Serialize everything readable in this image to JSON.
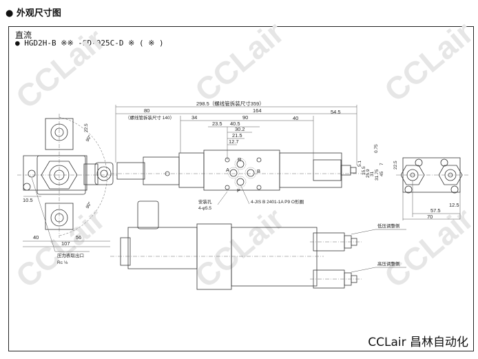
{
  "header": {
    "title": "● 外观尺寸图"
  },
  "subtitle": {
    "type": "直流",
    "model": "● HGD2H-B ※※ -SD-025C-D ※ ( ※ )"
  },
  "watermark": "CCLair",
  "brand": "CCLair 昌林自动化",
  "dims": {
    "total": "298.5（螺线管拆装尺寸359）",
    "d80": "80",
    "d164": "164",
    "d54_5": "54.5",
    "sol140": "（螺线管拆装尺寸 140）",
    "d34": "34",
    "d90": "90",
    "d40": "40",
    "d23_5": "23.5",
    "d40_5": "40.5",
    "d30_2": "30.2",
    "d21_5": "21.5",
    "d12_7": "12.7",
    "v0_75": "0.75",
    "v5_1": "5.1",
    "v15_5": "15.5",
    "v25_9": "25.9",
    "v31": "31",
    "v31_75": "31.75",
    "v45": "45",
    "v7": "7",
    "v22_5": "22.5",
    "r12_5": "12.5",
    "r57_5": "57.5",
    "r70": "70",
    "l10_5": "10.5",
    "l40": "40",
    "l56": "56",
    "l107": "107",
    "l22_5": "22.5",
    "ang1": "90°",
    "ang2": "90°"
  },
  "ports": {
    "R": "R",
    "A": "A",
    "B": "B",
    "P": "P"
  },
  "labels": {
    "mount_hole": "安装孔",
    "mount_spec": "4-φ5.5",
    "oring": "4-JIS B 2401-1A P9 O形圈",
    "gauge_port": "压力表取出口",
    "gauge_thread": "Rc ⅛",
    "low_adj": "低压调整侧",
    "high_adj": "高压调整侧"
  }
}
